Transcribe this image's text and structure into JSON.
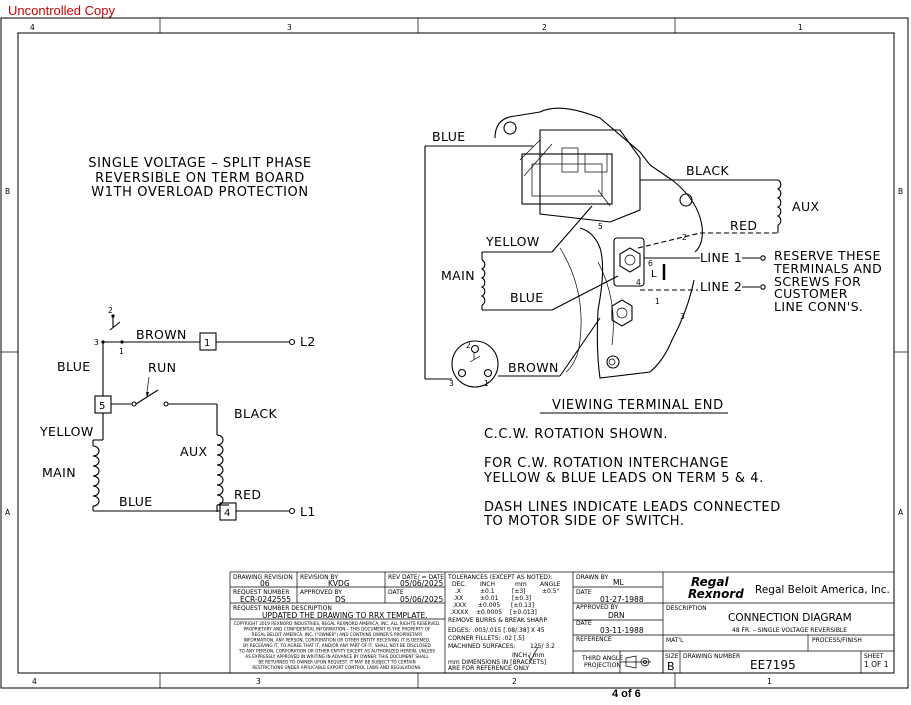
{
  "stamp": "Uncontrolled Copy",
  "page_number": "4 of 6",
  "border": {
    "cols_top": [
      "4",
      "3",
      "2",
      "1"
    ],
    "cols_bottom": [
      "4",
      "3",
      "2",
      "1"
    ],
    "rows_left": [
      "B",
      "A"
    ],
    "rows_right": [
      "B",
      "A"
    ]
  },
  "title_lines": [
    "SINGLE VOLTAGE – SPLIT PHASE",
    "REVERSIBLE ON TERM BOARD",
    "W1TH OVERLOAD PROTECTION"
  ],
  "schematic": {
    "brown": "BROWN",
    "l2": "L2",
    "term1": "1",
    "sw2": "2",
    "sw3": "3",
    "sw1": "1",
    "blue": "BLUE",
    "run": "RUN",
    "term5": "5",
    "black": "BLACK",
    "yellow": "YELLOW",
    "aux": "AUX",
    "main": "MAIN",
    "red": "RED",
    "blue2": "BLUE",
    "term4": "4",
    "l1": "L1"
  },
  "terminal_view": {
    "blue": "BLUE",
    "black": "BLACK",
    "aux": "AUX",
    "red": "RED",
    "yellow": "YELLOW",
    "main": "MAIN",
    "blue2": "BLUE",
    "brown": "BROWN",
    "n5": "5",
    "n2": "2",
    "n6": "6",
    "n4": "4",
    "n1": "1",
    "n3": "3",
    "L": "L",
    "sw2": "2",
    "sw3": "3",
    "sw1": "1",
    "line1": "LINE 1",
    "line2": "LINE 2",
    "reserve_lines": [
      "RESERVE THESE",
      "TERMINALS AND",
      "SCREWS FOR",
      "CUSTOMER",
      "LINE CONN'S."
    ]
  },
  "notes": {
    "viewing": "VIEWING TERMINAL END",
    "ccw": "C.C.W. ROTATION SHOWN.",
    "cw_lines": [
      "FOR C.W. ROTATION INTERCHANGE",
      "YELLOW & BLUE LEADS ON TERM 5 & 4."
    ],
    "dash_lines": [
      "DASH LINES INDICATE LEADS CONNECTED",
      "TO MOTOR SIDE OF SWITCH."
    ]
  },
  "title_block": {
    "drawing_revision_label": "DRAWING REVISION",
    "drawing_revision": "06",
    "revision_by_label": "REVISION BY",
    "revision_by": "KVDG",
    "rev_date_label": "REV DATE/ = DATE",
    "rev_date": "05/06/2025",
    "request_number_label": "REQUEST NUMBER",
    "request_number": "ECR-0242555",
    "approved_by_label": "APPROVED BY",
    "approved_by": "DS",
    "date_label": "DATE",
    "date": "05/06/2025",
    "request_desc_label": "REQUEST NUMBER DESCRIPTION",
    "request_desc": "UPDATED THE DRAWING TO RRX TEMPLATE.",
    "copyright": [
      "COPYRIGHT 2019 REXNORD INDUSTRIES, REGAL REXNORD AMERICA, INC. ALL RIGHTS RESERVED.",
      "PROPRIETARY AND CONFIDENTIAL INFORMATION – THIS DOCUMENT IS THE PROPERTY OF",
      "REGAL BELOIT AMERICA, INC. (\"OWNER\") AND CONTAINS OWNER'S PROPRIETARY",
      "INFORMATION. ANY PERSON, CORPORATION OR OTHER ENTITY RECEIVING IT IS DEEMED,",
      "BY RECEIVING IT, TO AGREE THAT IT, AND/OR ANY PART OF IT, SHALL NOT BE DISCLOSED",
      "TO ANY PERSON, CORPORATION OR OTHER ENTITY EXCEPT AS AUTHORIZED HEREIN, UNLESS",
      "AS EXPRESSLY APPROVED IN WRITING IN ADVANCE BY OWNER. THIS DOCUMENT SHALL",
      "BE RETURNED TO OWNER UPON REQUEST. IT MAY BE SUBJECT TO CERTAIN",
      "RESTRICTIONS UNDER APPLICABLE EXPORT CONTROL LAWS AND REGULATIONS."
    ],
    "tolerances_label": "TOLERANCES (EXCEPT AS NOTED):",
    "tol_header": [
      "DEC.",
      "INCH",
      "mm",
      "ANGLE"
    ],
    "tol_rows": [
      [
        ".X",
        "±0.1",
        "[±3]",
        "±0.5°"
      ],
      [
        ".XX",
        "±0.01",
        "[±0.3]",
        ""
      ],
      [
        ".XXX",
        "±0.005",
        "[±0.13]",
        ""
      ],
      [
        ".XXXX",
        "±0.0005",
        "[±0.013]",
        ""
      ]
    ],
    "burrs": "REMOVE BURRS & BREAK SHARP",
    "edges": "EDGES: .003/.015 [.08/.38] X 45",
    "fillets": "CORNER FILLETS: .02 [.5]",
    "machined": "MACHINED SURFACES:",
    "surface_vals": "125/ 3.2",
    "surface_units": "INCH / mm",
    "mm_note": "mm DIMENSIONS IN [BRACKETS]",
    "ref_note": "ARE FOR REFERENCE ONLY",
    "drawn_by_label": "DRAWN BY",
    "drawn_by": "ML",
    "drawn_date_label": "DATE",
    "drawn_date": "01-27-1988",
    "approved2_label": "APPROVED BY",
    "approved2": "DRN",
    "approved2_date_label": "DATE",
    "approved2_date": "03-11-1988",
    "reference_label": "REFERENCE",
    "projection_lines": [
      "THIRD ANGLE",
      "PROJECTION"
    ],
    "logo_line1": "Regal",
    "logo_line2": "Rexnord",
    "company": "Regal Beloit America, Inc.",
    "description_label": "DESCRIPTION",
    "description": "CONNECTION DIAGRAM",
    "description_sub": "48 FR. – SINGLE VOLTAGE REVERSIBLE",
    "matl_label": "MAT'L",
    "process_label": "PROCESS/FINISH",
    "size_label": "SIZE",
    "size": "B",
    "drawing_number_label": "DRAWING NUMBER",
    "drawing_number": "EE7195",
    "sheet_label": "SHEET",
    "sheet": "1 OF 1"
  }
}
